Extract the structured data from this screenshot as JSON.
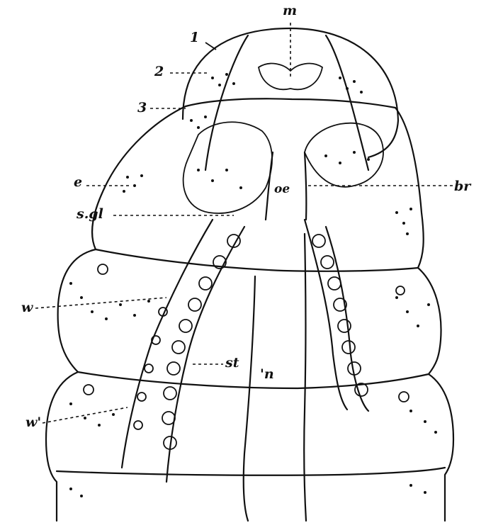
{
  "figure": {
    "ink_color": "#111111",
    "background": "#ffffff",
    "labels": {
      "m": "m",
      "one": "1",
      "two": "2",
      "three": "3",
      "e": "e",
      "br": "br",
      "oe": "oe",
      "s_gl": "s.gl",
      "w": "w",
      "w_prime": "w'",
      "st": "st",
      "n": "'n"
    }
  }
}
